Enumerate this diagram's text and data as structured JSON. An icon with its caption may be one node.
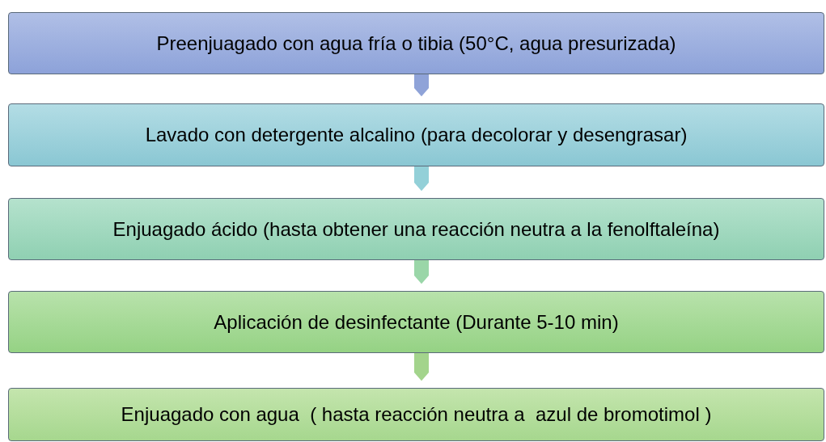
{
  "diagram": {
    "nodes": [
      {
        "text": [
          "Preenjuagado con agua fría o tibia (50°C, agua presurizada)"
        ]
      },
      {
        "text": [
          "Lavado con detergente alcalino (para decolorar y desengrasar)"
        ]
      },
      {
        "text": [
          "Enjuagado ácido (hasta obtener una reacción neutra a la fenolftaleína)"
        ]
      },
      {
        "text": [
          "Aplicación de desinfectante (Durante 5-10 min)"
        ]
      },
      {
        "text": [
          "Enjuagado con agua  ( hasta reacción neutra a  azul de bromotimol )"
        ]
      }
    ],
    "edges": [
      {
        "from": 0,
        "to": 1,
        "arrow": "to",
        "color": "#8fa3d8"
      },
      {
        "from": 1,
        "to": 2,
        "arrow": "to",
        "color": "#93d0d8"
      },
      {
        "from": 2,
        "to": 3,
        "arrow": "to",
        "color": "#9ad6a8"
      },
      {
        "from": 3,
        "to": 4,
        "arrow": "to",
        "color": "#a3d48c"
      }
    ]
  }
}
